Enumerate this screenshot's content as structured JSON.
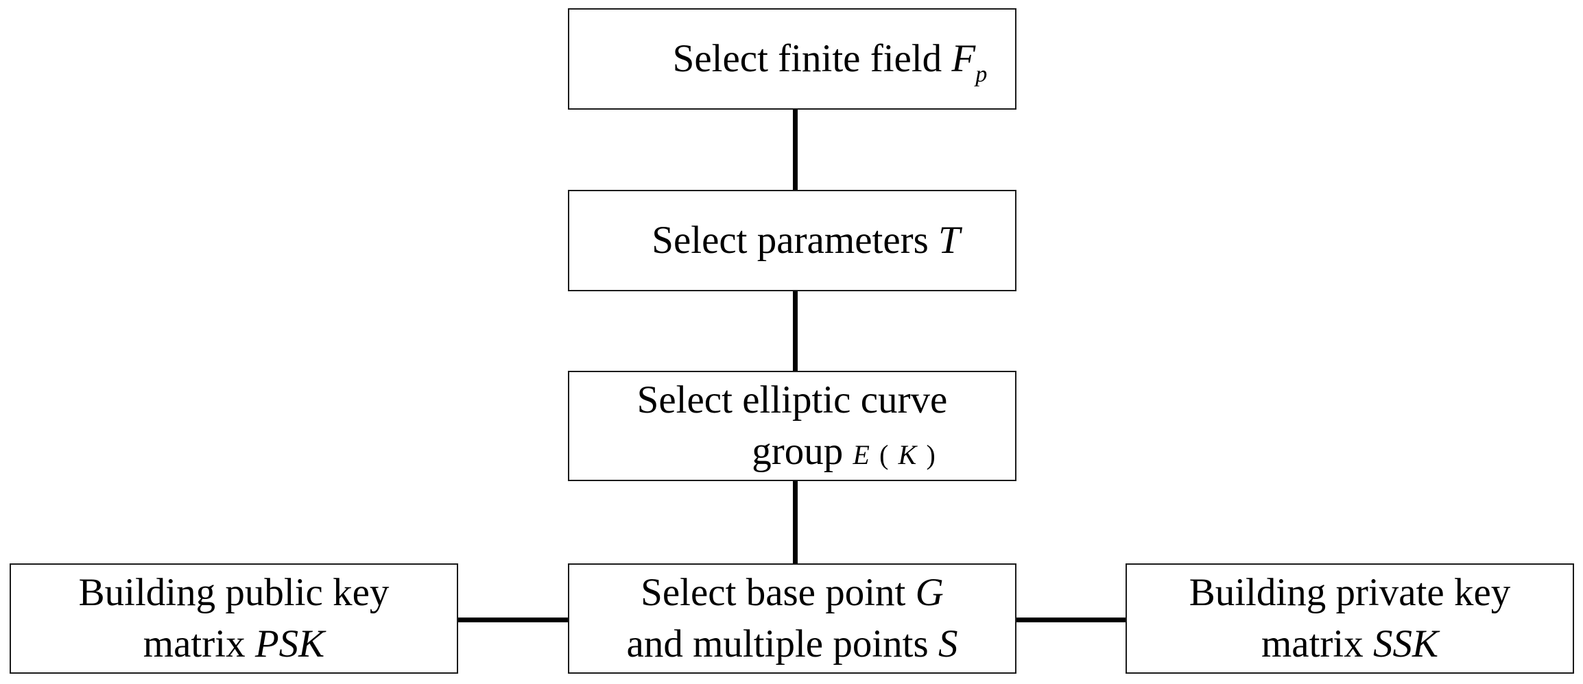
{
  "diagram": {
    "nodes": {
      "finite_field": {
        "text": "Select finite field",
        "var": "F",
        "sub": "p"
      },
      "parameters": {
        "text": "Select parameters",
        "var": "T"
      },
      "elliptic_curve": {
        "line1": "Select elliptic curve",
        "line2_text": "group",
        "expr_e": "E",
        "expr_open": "(",
        "expr_k": "K",
        "expr_close": ")"
      },
      "base_point": {
        "line1_text": "Select base point",
        "line1_var": "G",
        "line2_text": "and multiple points",
        "line2_var": "S"
      },
      "public_key": {
        "line1": "Building public key",
        "line2_text": "matrix",
        "line2_var": "PSK"
      },
      "private_key": {
        "line1": "Building private key",
        "line2_text": "matrix",
        "line2_var": "SSK"
      }
    },
    "edges": [
      [
        "finite_field",
        "parameters"
      ],
      [
        "parameters",
        "elliptic_curve"
      ],
      [
        "elliptic_curve",
        "base_point"
      ],
      [
        "public_key",
        "base_point"
      ],
      [
        "base_point",
        "private_key"
      ]
    ],
    "colors": {
      "line": "#000000",
      "border": "#1a1a1a",
      "background": "#ffffff"
    }
  }
}
